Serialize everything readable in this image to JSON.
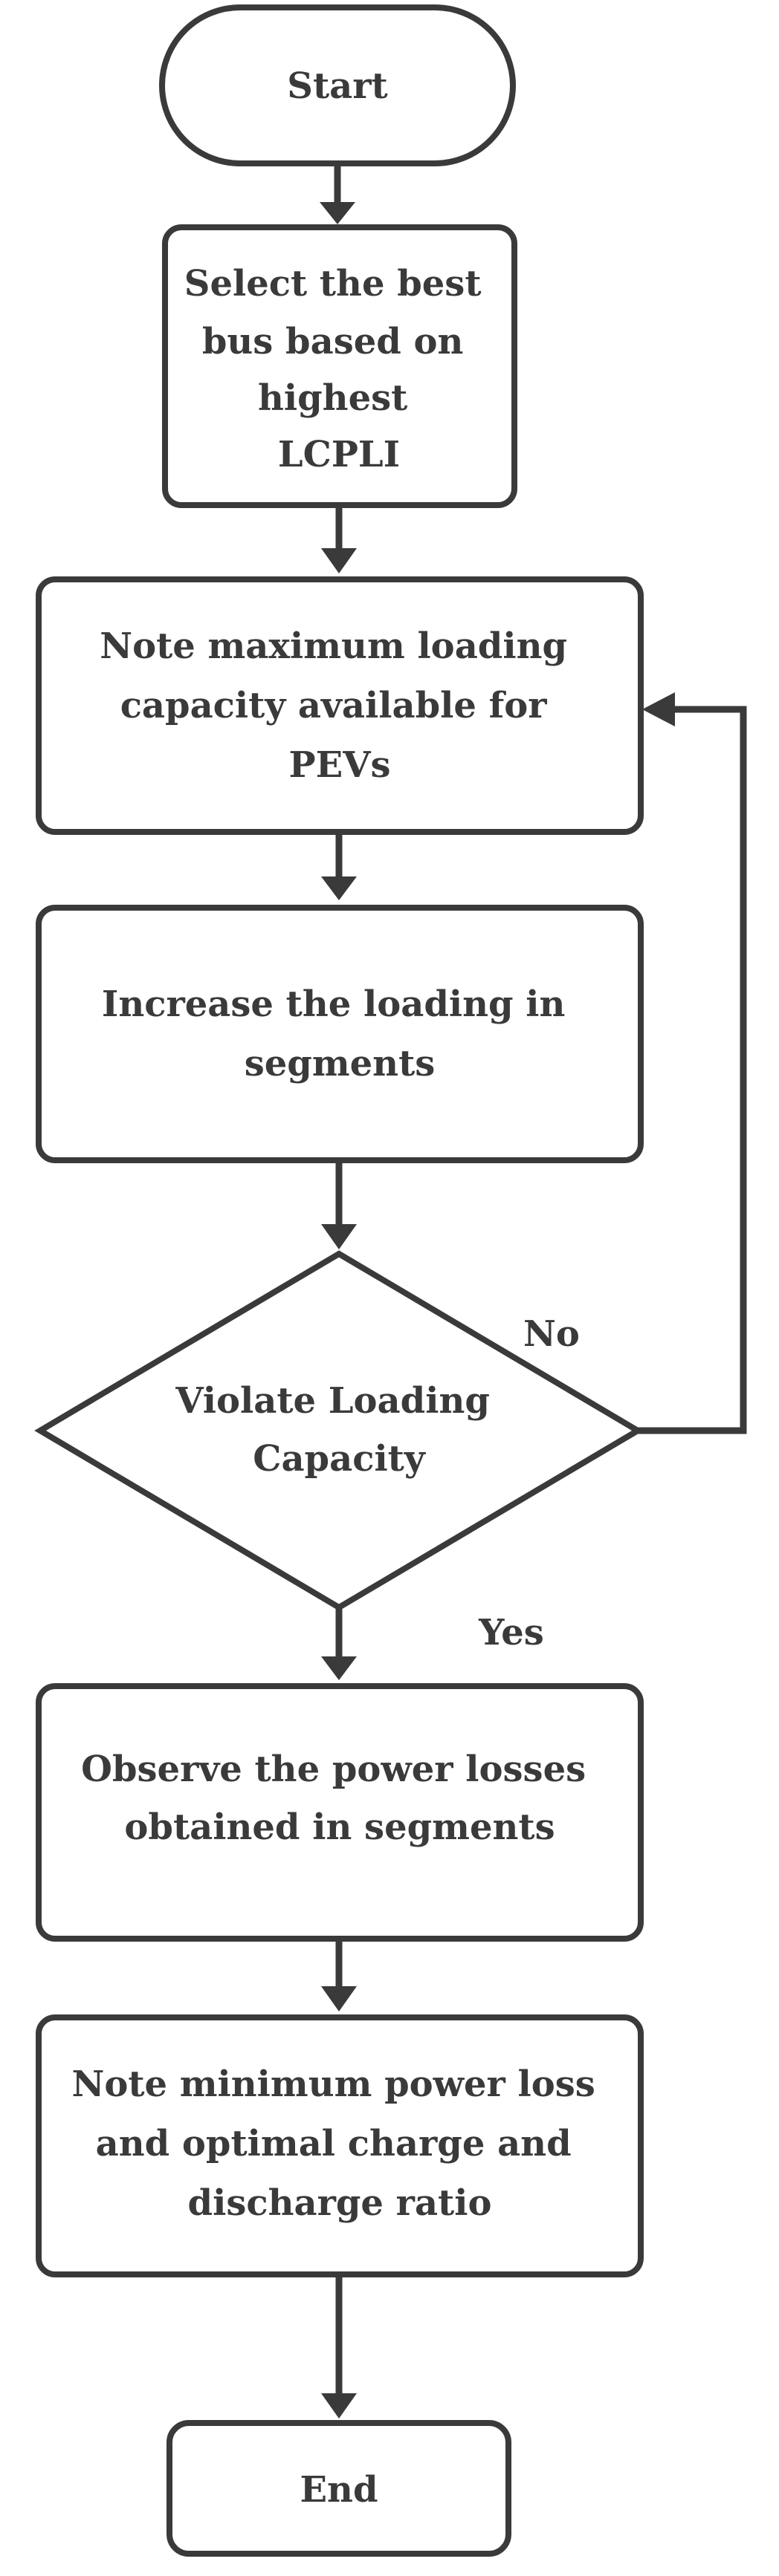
{
  "flowchart": {
    "start": "Start",
    "select_bus": [
      "Select the best",
      "bus based on",
      "highest",
      "LCPLI"
    ],
    "note_max_loading": [
      "Note maximum loading",
      "capacity available for",
      "PEVs"
    ],
    "increase_loading": [
      "Increase the loading in",
      "segments"
    ],
    "decision": [
      "Violate Loading",
      "Capacity"
    ],
    "label_no": "No",
    "label_yes": "Yes",
    "observe_losses": [
      "Observe the power losses",
      "obtained in segments"
    ],
    "note_min_loss": [
      "Note minimum power loss",
      "and optimal charge and",
      "discharge ratio"
    ],
    "end": "End"
  }
}
